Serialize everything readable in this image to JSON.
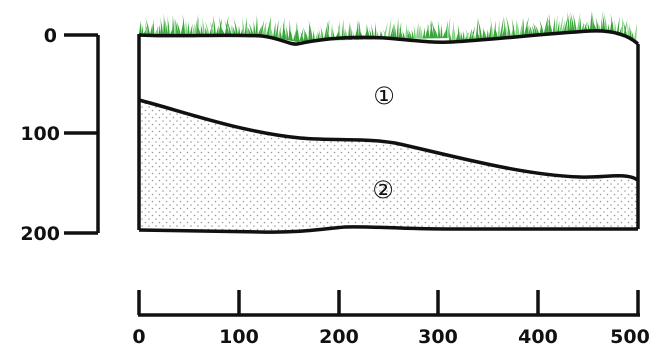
{
  "diagram": {
    "depth_axis": {
      "ticks": [
        "0",
        "100",
        "200"
      ]
    },
    "distance_axis": {
      "ticks": [
        "0",
        "100",
        "200",
        "300",
        "400",
        "500"
      ]
    },
    "layers": [
      {
        "label": "①"
      },
      {
        "label": "②"
      }
    ],
    "colors": {
      "grass": "#3aa63a",
      "grass_light": "#7fd07f",
      "outline": "#111111",
      "dots": "#9a9a9a"
    }
  }
}
